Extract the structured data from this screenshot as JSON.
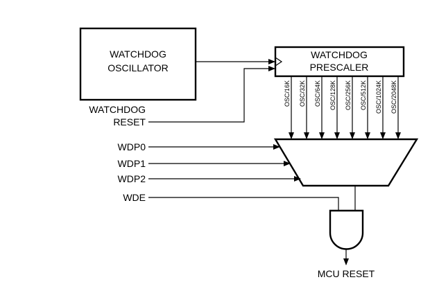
{
  "blocks": {
    "oscillator": {
      "line1": "WATCHDOG",
      "line2": "OSCILLATOR"
    },
    "prescaler": {
      "line1": "WATCHDOG",
      "line2": "PRESCALER"
    }
  },
  "inputs": {
    "watchdog_reset_line1": "WATCHDOG",
    "watchdog_reset_line2": "RESET",
    "wdp0": "WDP0",
    "wdp1": "WDP1",
    "wdp2": "WDP2",
    "wde": "WDE"
  },
  "prescaler_taps": [
    "OSC/16K",
    "OSC/32K",
    "OSC/64K",
    "OSC/128K",
    "OSC/256K",
    "OSC/512K",
    "OSC/1024K",
    "OSC/2048K"
  ],
  "output": {
    "label": "MCU RESET"
  }
}
